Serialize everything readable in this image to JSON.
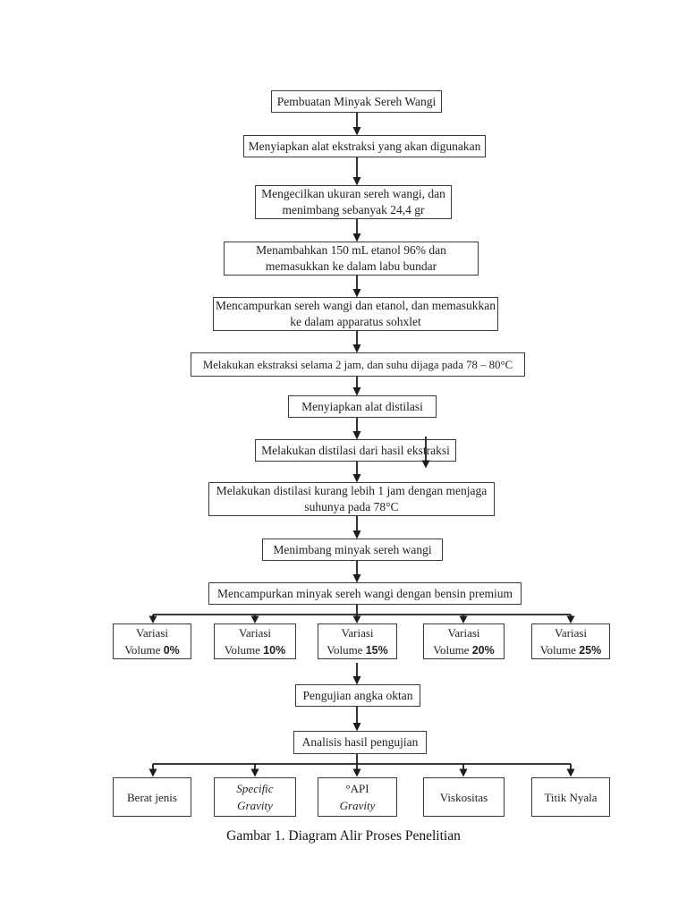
{
  "figure": {
    "caption": "Gambar 1. Diagram Alir Proses Penelitian"
  },
  "flowchart": {
    "steps": [
      {
        "label": "Pembuatan Minyak Sereh Wangi"
      },
      {
        "label": "Menyiapkan alat ekstraksi yang akan digunakan"
      },
      {
        "label": "Mengecilkan ukuran sereh wangi, dan menimbang sebanyak 24,4 gr"
      },
      {
        "label": "Menambahkan 150 mL etanol 96% dan memasukkan ke dalam labu bundar"
      },
      {
        "label": "Mencampurkan sereh wangi dan etanol, dan memasukkan ke dalam apparatus sohxlet"
      },
      {
        "label": "Melakukan ekstraksi selama 2 jam, dan suhu dijaga pada 78 – 80°C"
      },
      {
        "label": "Menyiapkan alat distilasi"
      },
      {
        "label": "Melakukan distilasi dari hasil ekstraksi"
      },
      {
        "label": "Melakukan distilasi kurang lebih 1 jam dengan menjaga suhunya pada 78°C"
      },
      {
        "label": "Menimbang minyak sereh wangi"
      },
      {
        "label": "Mencampurkan minyak sereh wangi dengan bensin premium"
      },
      {
        "label": "Pengujian angka oktan"
      },
      {
        "label": "Analisis hasil pengujian"
      }
    ],
    "variations": [
      {
        "title": "Variasi",
        "volume_label": "Volume",
        "value": "0%"
      },
      {
        "title": "Variasi",
        "volume_label": "Volume",
        "value": "10%"
      },
      {
        "title": "Variasi",
        "volume_label": "Volume",
        "value": "15%"
      },
      {
        "title": "Variasi",
        "volume_label": "Volume",
        "value": "20%"
      },
      {
        "title": "Variasi",
        "volume_label": "Volume",
        "value": "25%"
      }
    ],
    "parameters": [
      {
        "line1": "Berat jenis",
        "line2": ""
      },
      {
        "line1": "Specific",
        "line2": "Gravity"
      },
      {
        "line1": "°API",
        "line2": "Gravity"
      },
      {
        "line1": "Viskositas",
        "line2": ""
      },
      {
        "line1": "Titik Nyala",
        "line2": ""
      }
    ]
  }
}
